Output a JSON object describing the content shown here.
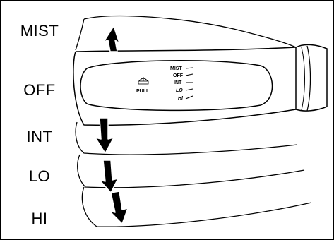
{
  "positions": {
    "mist": "MIST",
    "off": "OFF",
    "int": "INT",
    "lo": "LO",
    "hi": "HI"
  },
  "knob": {
    "pull_label": "PULL",
    "scale": [
      "MIST",
      "OFF",
      "INT",
      "LO",
      "HI"
    ]
  }
}
